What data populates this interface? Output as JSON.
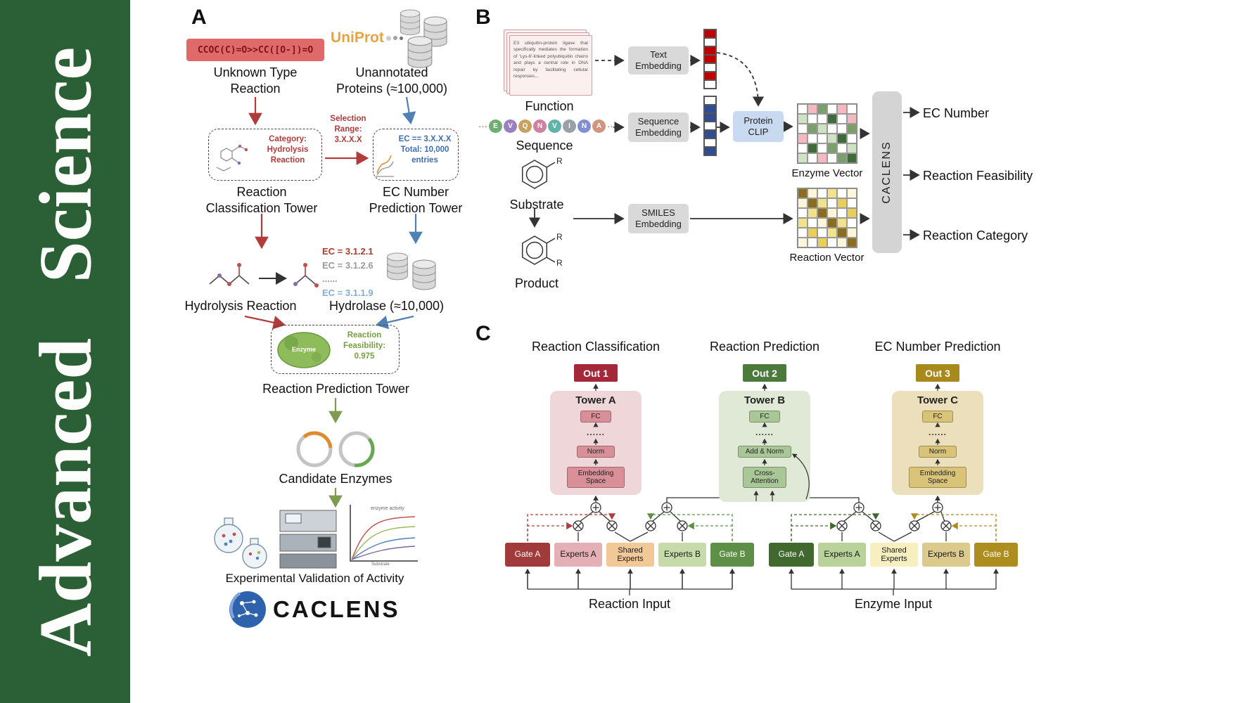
{
  "journal": {
    "name": "Advanced Science"
  },
  "colors": {
    "journal_green": "#2b5f35",
    "red_arrow": "#b23b3b",
    "blue_arrow": "#4f81b5",
    "green_arrow": "#7d9c52",
    "out1": "#a5283a",
    "out2": "#4c7a3d",
    "out3": "#a8891c"
  },
  "panelA": {
    "label": "A",
    "smiles": "CCOC(C)=O>>CC([O-])=O",
    "unknown_reaction": "Unknown Type\nReaction",
    "uniprot": "UniProt",
    "unannotated": "Unannotated\nProteins (≈100,000)",
    "category_note": "Category:\nHydrolysis\nReaction",
    "selection_note": "Selection\nRange:\n3.X.X.X",
    "ec_note": "EC == 3.X.X.X\nTotal: 10,000\nentries",
    "classification_tower": "Reaction\nClassification Tower",
    "ec_tower": "EC Number\nPrediction Tower",
    "hydrolysis_reaction": "Hydrolysis Reaction",
    "ec_list": [
      "EC = 3.1.2.1",
      "EC = 3.1.2.6",
      "......",
      "EC = 3.1.1.9"
    ],
    "hydrolase": "Hydrolase (≈10,000)",
    "enzyme_badge": "Enzyme",
    "feasibility_note": "Reaction\nFeasibility:\n0.975",
    "prediction_tower": "Reaction Prediction Tower",
    "candidate_enzymes": "Candidate Enzymes",
    "plot_title": "enzyme activity",
    "plot_xlabel": "Substrate",
    "validation": "Experimental Validation of Activity",
    "logo_text": "CACLENS"
  },
  "panelB": {
    "label": "B",
    "function_text": "E3 ubiquitin-protein ligase that specifically mediates the formation of 'Lys-6'-linked polyubiquitin chains and plays a central role in DNA repair by facilitating cellular responses...",
    "function_label": "Function",
    "ellipsis": "···",
    "residues": [
      {
        "letter": "E",
        "color": "#6fae6f"
      },
      {
        "letter": "V",
        "color": "#9a7fc1"
      },
      {
        "letter": "Q",
        "color": "#c9a15f"
      },
      {
        "letter": "N",
        "color": "#d17f9e"
      },
      {
        "letter": "V",
        "color": "#5fb3a9"
      },
      {
        "letter": "I",
        "color": "#9aa0a8"
      },
      {
        "letter": "N",
        "color": "#7f8fd1"
      },
      {
        "letter": "A",
        "color": "#d1947f"
      }
    ],
    "sequence_label": "Sequence",
    "substrate_label": "Substrate",
    "substrate_r": "R",
    "product_r1": "R",
    "product_r2": "R",
    "product_label": "Product",
    "text_embedding": "Text\nEmbedding",
    "sequence_embedding": "Sequence\nEmbedding",
    "smiles_embedding": "SMILES\nEmbedding",
    "protein_clip": "Protein\nCLIP",
    "text_vector": [
      [
        "#c00000"
      ],
      [
        "#ffffff"
      ],
      [
        "#c00000"
      ],
      [
        "#c00000"
      ],
      [
        "#ffffff"
      ],
      [
        "#c00000"
      ],
      [
        "#ffffff"
      ]
    ],
    "sequence_vector": [
      [
        "#ffffff"
      ],
      [
        "#2f4d8f"
      ],
      [
        "#2f4d8f"
      ],
      [
        "#ffffff"
      ],
      [
        "#2f4d8f"
      ],
      [
        "#ffffff"
      ],
      [
        "#2f4d8f"
      ]
    ],
    "enzyme_matrix": [
      [
        "#ffffff",
        "#f4b8c0",
        "#79a06a",
        "#ffffff",
        "#f4b8c0",
        "#ffffff"
      ],
      [
        "#cfe3c2",
        "#ffffff",
        "#ffffff",
        "#3f6b3a",
        "#ffffff",
        "#f4b8c0"
      ],
      [
        "#ffffff",
        "#79a06a",
        "#cfe3c2",
        "#ffffff",
        "#ffffff",
        "#79a06a"
      ],
      [
        "#f4b8c0",
        "#ffffff",
        "#ffffff",
        "#cfe3c2",
        "#3f6b3a",
        "#ffffff"
      ],
      [
        "#ffffff",
        "#3f6b3a",
        "#ffffff",
        "#79a06a",
        "#ffffff",
        "#cfe3c2"
      ],
      [
        "#cfe3c2",
        "#ffffff",
        "#f4b8c0",
        "#ffffff",
        "#79a06a",
        "#3f6b3a"
      ]
    ],
    "reaction_matrix": [
      [
        "#8a6d1f",
        "#fdf6d8",
        "#ffffff",
        "#f2e28a",
        "#ffffff",
        "#fdf6d8"
      ],
      [
        "#fdf6d8",
        "#8a6d1f",
        "#f2e28a",
        "#ffffff",
        "#e7cf5a",
        "#ffffff"
      ],
      [
        "#ffffff",
        "#f2e28a",
        "#8a6d1f",
        "#fdf6d8",
        "#ffffff",
        "#e7cf5a"
      ],
      [
        "#f2e28a",
        "#ffffff",
        "#fdf6d8",
        "#8a6d1f",
        "#f2e28a",
        "#ffffff"
      ],
      [
        "#ffffff",
        "#e7cf5a",
        "#ffffff",
        "#f2e28a",
        "#8a6d1f",
        "#fdf6d8"
      ],
      [
        "#fdf6d8",
        "#ffffff",
        "#e7cf5a",
        "#ffffff",
        "#fdf6d8",
        "#8a6d1f"
      ]
    ],
    "enzyme_vector_label": "Enzyme Vector",
    "reaction_vector_label": "Reaction Vector",
    "caclens": "CACLENS",
    "outputs": [
      "EC Number",
      "Reaction Feasibility",
      "Reaction Category"
    ]
  },
  "panelC": {
    "label": "C",
    "titles": [
      "Reaction Classification",
      "Reaction Prediction",
      "EC Number Prediction"
    ],
    "outs": [
      "Out 1",
      "Out 2",
      "Out 3"
    ],
    "towers": [
      {
        "name": "Tower A",
        "fc": "FC",
        "dots": "......",
        "mid": "Norm",
        "bottom": "Embedding\nSpace"
      },
      {
        "name": "Tower B",
        "fc": "FC",
        "dots": "......",
        "mid": "Add & Norm",
        "bottom": "Cross-\nAttention"
      },
      {
        "name": "Tower C",
        "fc": "FC",
        "dots": "......",
        "mid": "Norm",
        "bottom": "Embedding\nSpace"
      }
    ],
    "left_group": {
      "gate_a": "Gate A",
      "experts_a": "Experts A",
      "shared": "Shared\nExperts",
      "experts_b": "Experts B",
      "gate_b": "Gate B"
    },
    "right_group": {
      "gate_a": "Gate A",
      "experts_a": "Experts A",
      "shared": "Shared\nExperts",
      "experts_b": "Experts B",
      "gate_b": "Gate B"
    },
    "inputs": [
      "Reaction Input",
      "Enzyme Input"
    ]
  }
}
